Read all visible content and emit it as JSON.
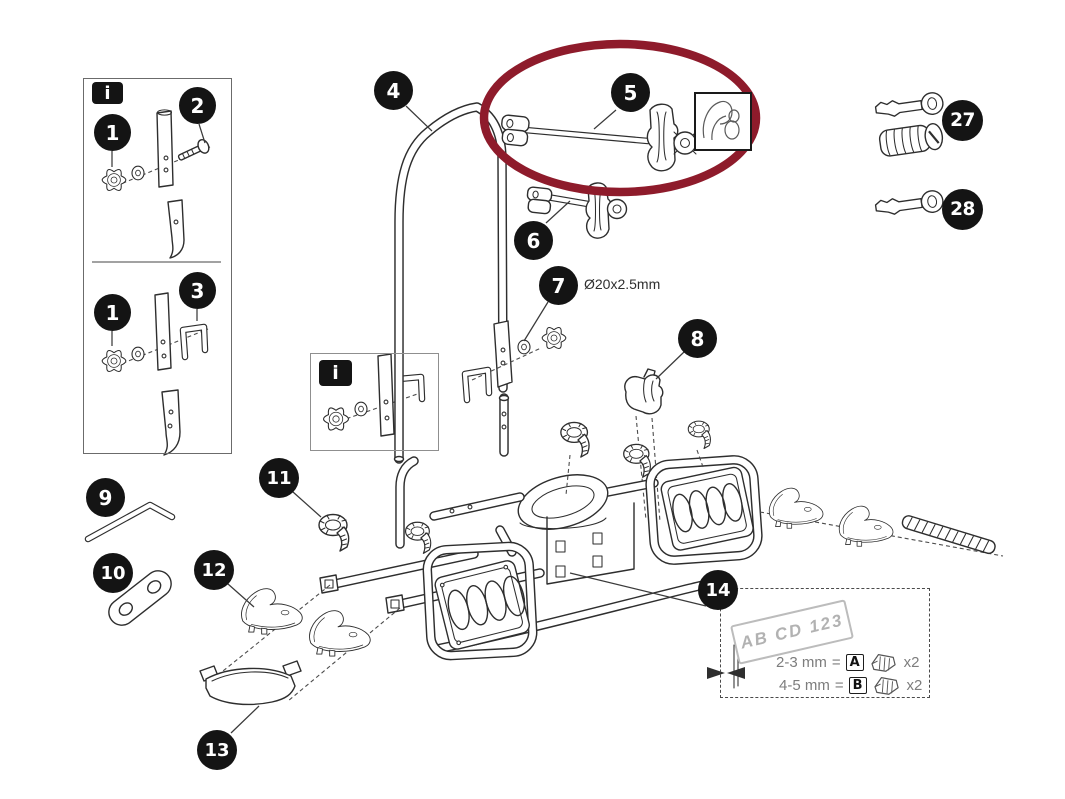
{
  "figure": {
    "type": "exploded-parts-diagram",
    "subject": "tow-ball bike carrier",
    "highlight": {
      "shape": "ellipse",
      "around_part": "5",
      "color": "#8e1b2b"
    }
  },
  "colors": {
    "background": "#ffffff",
    "line": "#2e2e2e",
    "highlight": "#8e1b2b",
    "badge_bg": "#141414",
    "badge_text": "#ffffff",
    "muted_text": "#7d7d7d",
    "plate_text": "#b2b2b2"
  },
  "badges": {
    "info_top": "i",
    "info_mid": "i"
  },
  "callouts": {
    "c1a": "1",
    "c2": "2",
    "c1b": "1",
    "c3": "3",
    "c4": "4",
    "c5": "5",
    "c6": "6",
    "c7": "7",
    "c8": "8",
    "c9": "9",
    "c10": "10",
    "c11": "11",
    "c12": "12",
    "c13": "13",
    "c14": "14",
    "c27": "27",
    "c28": "28"
  },
  "labels": {
    "dimension": "Ø20x2.5mm",
    "plate": "AB CD 123",
    "rowA": {
      "range": "2-3 mm",
      "equals": "=",
      "letter": "A",
      "qty": "x2"
    },
    "rowB": {
      "range": "4-5 mm",
      "equals": "=",
      "letter": "B",
      "qty": "x2"
    }
  },
  "icons": {
    "clip": "mounting-clip-icon"
  }
}
